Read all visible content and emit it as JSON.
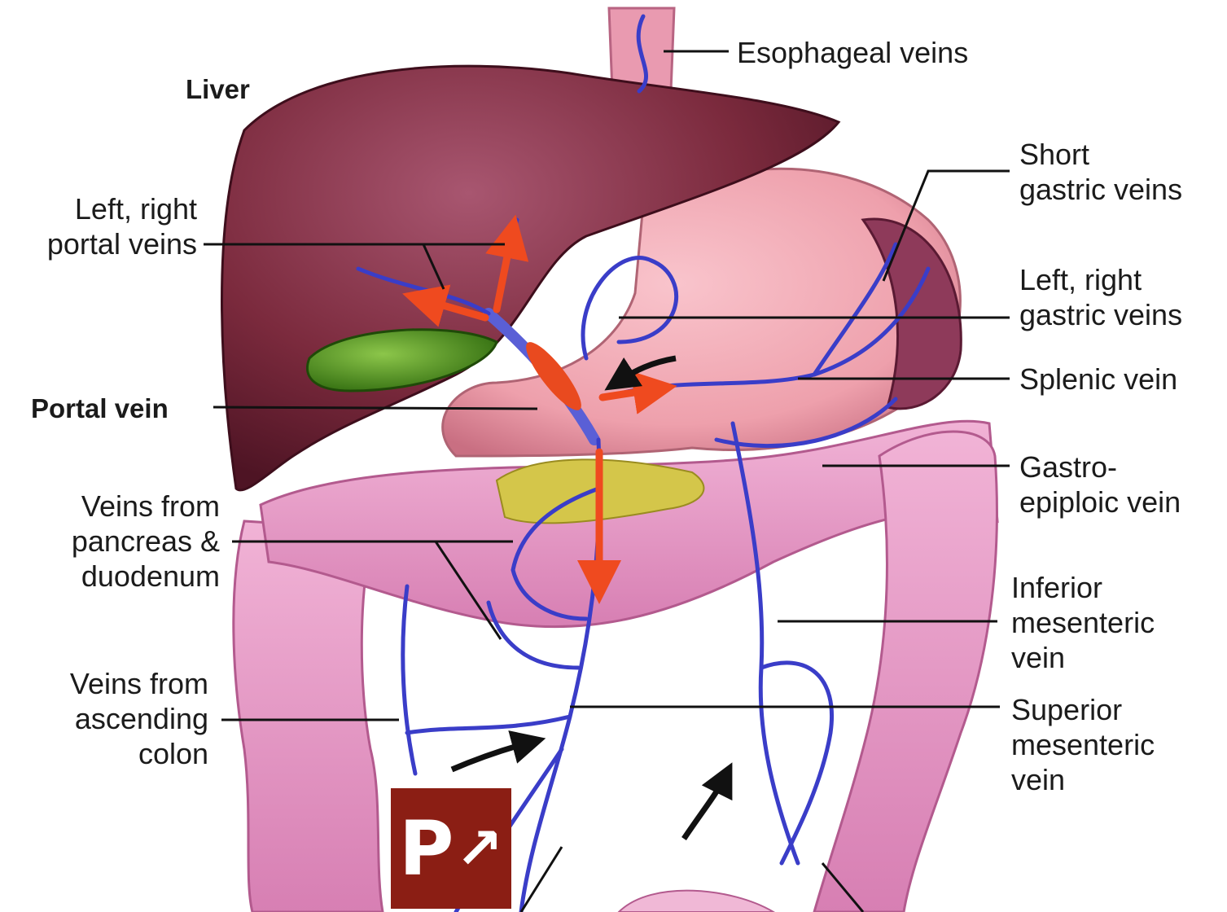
{
  "labels": {
    "esophageal": "Esophageal veins",
    "liver": "Liver",
    "short_gastric": [
      "Short",
      "gastric veins"
    ],
    "left_right_portal": [
      "Left, right",
      "portal veins"
    ],
    "left_right_gastric": [
      "Left, right",
      "gastric veins"
    ],
    "splenic": "Splenic vein",
    "portal": "Portal vein",
    "gastro_epiploic": [
      "Gastro-",
      "epiploic vein"
    ],
    "pancreas_duodenum": [
      "Veins from",
      "pancreas &",
      "duodenum"
    ],
    "inferior_mesenteric": [
      "Inferior",
      "mesenteric",
      "vein"
    ],
    "ascending_colon": [
      "Veins from",
      "ascending",
      "colon"
    ],
    "superior_mesenteric": [
      "Superior",
      "mesenteric",
      "vein"
    ]
  },
  "badge": {
    "letter": "P",
    "glyph": "↗"
  },
  "colors": {
    "liver": "#7b2a3d",
    "gallbladder": "#3c7d16",
    "stomach": "#eea0ac",
    "colon": "#e79ac6",
    "vein": "#3a3dc8",
    "flow_arrow": "#ef4a1f",
    "badge_bg": "#8b1e14"
  }
}
